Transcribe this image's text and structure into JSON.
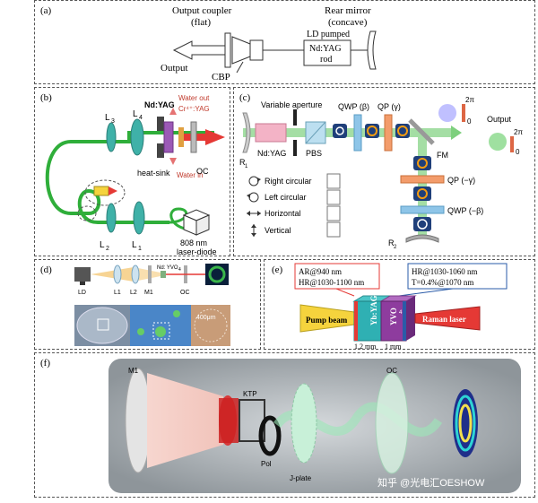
{
  "panel_a": {
    "label": "(a)",
    "output_coupler": "Output coupler",
    "flat": "(flat)",
    "rear_mirror": "Rear mirror",
    "concave": "(concave)",
    "ld_pumped": "LD pumped",
    "rod_line1": "Nd:YAG",
    "rod_line2": "rod",
    "cbp": "CBP",
    "output": "Output"
  },
  "panel_b": {
    "label": "(b)",
    "l3": "L",
    "l3_sub": "3",
    "l4": "L",
    "l4_sub": "4",
    "ndyag": "Nd:YAG",
    "water_out": "Water out",
    "crystal2": "Cr⁴⁺:YAG",
    "heat_sink": "heat-sink",
    "water_in": "Water in",
    "oc": "OC",
    "l2": "L",
    "l2_sub": "2",
    "l1": "L",
    "l1_sub": "1",
    "wavelength": "808 nm",
    "diode": "laser-diode"
  },
  "panel_c": {
    "label": "(c)",
    "variable_aperture": "Variable aperture",
    "qwp_beta": "QWP (β)",
    "qp_gamma": "QP (γ)",
    "two_pi_1": "2π",
    "zero_1": "0",
    "output": "Output",
    "two_pi_2": "2π",
    "zero_2": "0",
    "ndyag": "Nd:YAG",
    "pbs": "PBS",
    "fm": "FM",
    "r1": "R",
    "r1_sub": "1",
    "r2": "R",
    "r2_sub": "2",
    "qp_neg_gamma": "QP (−γ)",
    "qwp_neg_beta": "QWP (−β)",
    "legend": {
      "right_circular": "Right circular",
      "left_circular": "Left circular",
      "horizontal": "Horizontal",
      "vertical": "Vertical"
    }
  },
  "panel_d": {
    "label": "(d)",
    "ld": "LD",
    "l1": "L1",
    "l2": "L2",
    "m1": "M1",
    "crystal": "Nd: YVO",
    "crystal_sub": "4",
    "oc": "OC",
    "scale": "400μm"
  },
  "panel_e": {
    "label": "(e)",
    "coating_left_1": "AR@940 nm",
    "coating_left_2": "HR@1030-1100 nm",
    "coating_right_1": "HR@1030-1060 nm",
    "coating_right_2": "T=0.4%@1070 nm",
    "pump_beam": "Pump beam",
    "raman_laser": "Raman laser",
    "ybyag": "Yb:YAG",
    "yvo4": "YVO",
    "yvo4_sub": "4",
    "len1": "1.2 mm",
    "len2": "1 mm"
  },
  "panel_f": {
    "label": "(f)",
    "m1": "M1",
    "ktp": "KTP",
    "oc": "OC",
    "pol": "Pol",
    "jplate": "J-plate",
    "watermark": "知乎 @光电汇OESHOW"
  },
  "colors": {
    "dash": "#555555",
    "beam_red": "#e53935",
    "fiber_green": "#2fae3a",
    "lens_cyan": "#3fb1a8",
    "raman_purple": "#8e3c9e"
  }
}
